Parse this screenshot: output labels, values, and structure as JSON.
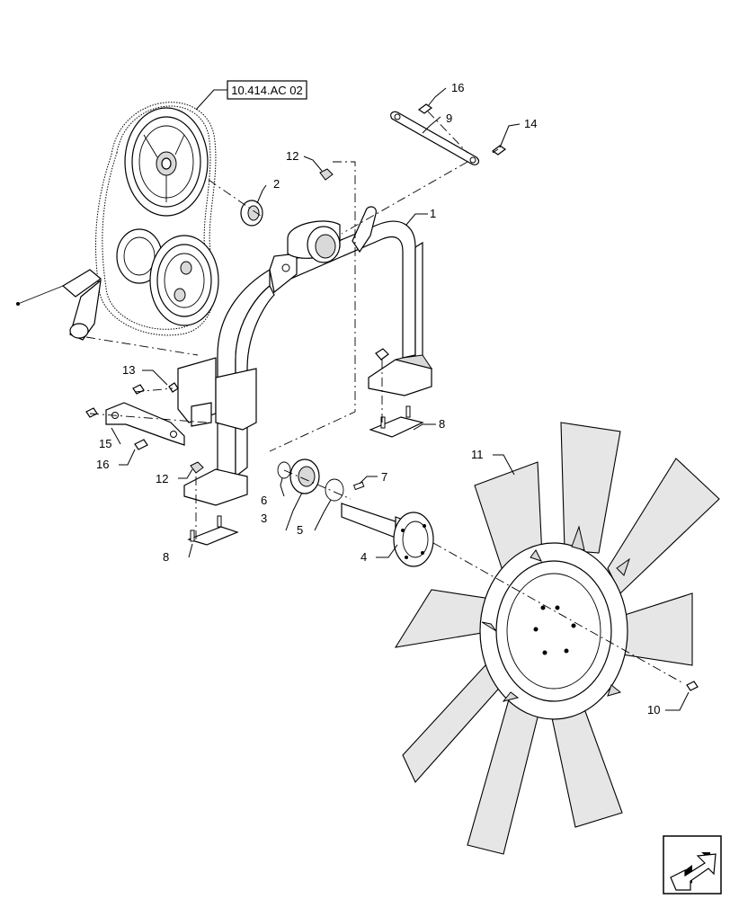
{
  "diagram": {
    "reference_box": "10.414.AC 02",
    "callouts": {
      "c1": "1",
      "c2": "2",
      "c3": "3",
      "c4": "4",
      "c5": "5",
      "c6": "6",
      "c7": "7",
      "c8a": "8",
      "c8b": "8",
      "c9": "9",
      "c10": "10",
      "c11": "11",
      "c12a": "12",
      "c12b": "12",
      "c13": "13",
      "c14": "14",
      "c15": "15",
      "c16a": "16",
      "c16b": "16"
    },
    "nav_icon": "next-page-arrow-icon"
  }
}
